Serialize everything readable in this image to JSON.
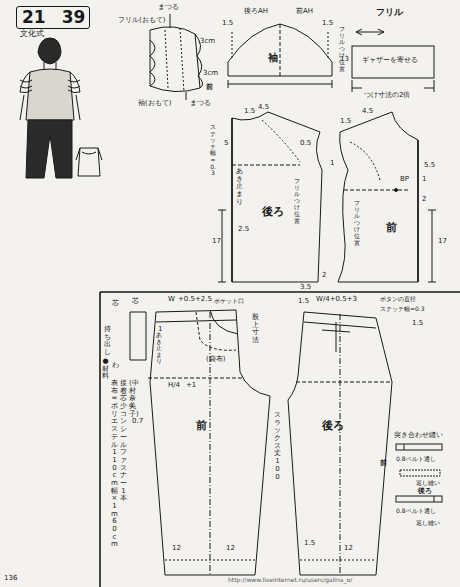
{
  "diagram": {
    "nodes": [
      {
        "text": [
          "21",
          "39"
        ]
      }
    ],
    "labels": [
      "文化式",
      "フリル(おもて)",
      "まつる",
      "3cm",
      "3cm",
      "まつる",
      "前",
      "袖(おもて)",
      "後ろAH",
      "前AH",
      "1.5",
      "1.5",
      "袖",
      "フリルつけ位置",
      "フリル",
      "13",
      "ギャザーを寄せる",
      "つけ寸法の2倍",
      "4.5",
      "1.5",
      "5",
      "ステッチ幅=0.3",
      "あき止まり",
      "0.5",
      "後ろ",
      "フリルつけ位置",
      "17",
      "2.5",
      "3.5",
      "2",
      "4.5",
      "1.5",
      "フリルつけ位置",
      "5.5",
      "1",
      "2",
      "BP",
      "前",
      "17",
      "1",
      "芯",
      "W",
      "+0.5+2.5",
      "ポケット口",
      "持ち出し",
      "芯",
      "わ",
      "あき止まり",
      "(袋布)",
      "股上寸法",
      "前",
      "H/4",
      "+1",
      "0.7",
      "12",
      "12",
      "1",
      "1.5",
      "W/4+0.5+3",
      "ボタンの直径",
      "ステッチ幅=0.3",
      "1.5",
      "後ろ",
      "スラックス丈100",
      "突き合わせ縫い",
      "0.8ベルト通し",
      "返し縫い",
      "前",
      "0.8ベルト通し",
      "返し縫い",
      "後ろ",
      "1.5",
      "12",
      "●材料",
      "表布=ポリエステル110cm幅×1m60cm",
      "接着芯少々、コンシールファスナー1本",
      "(中村奈美子)",
      "136",
      "http://www.liveinternet.ru/users/galina_o/"
    ]
  }
}
